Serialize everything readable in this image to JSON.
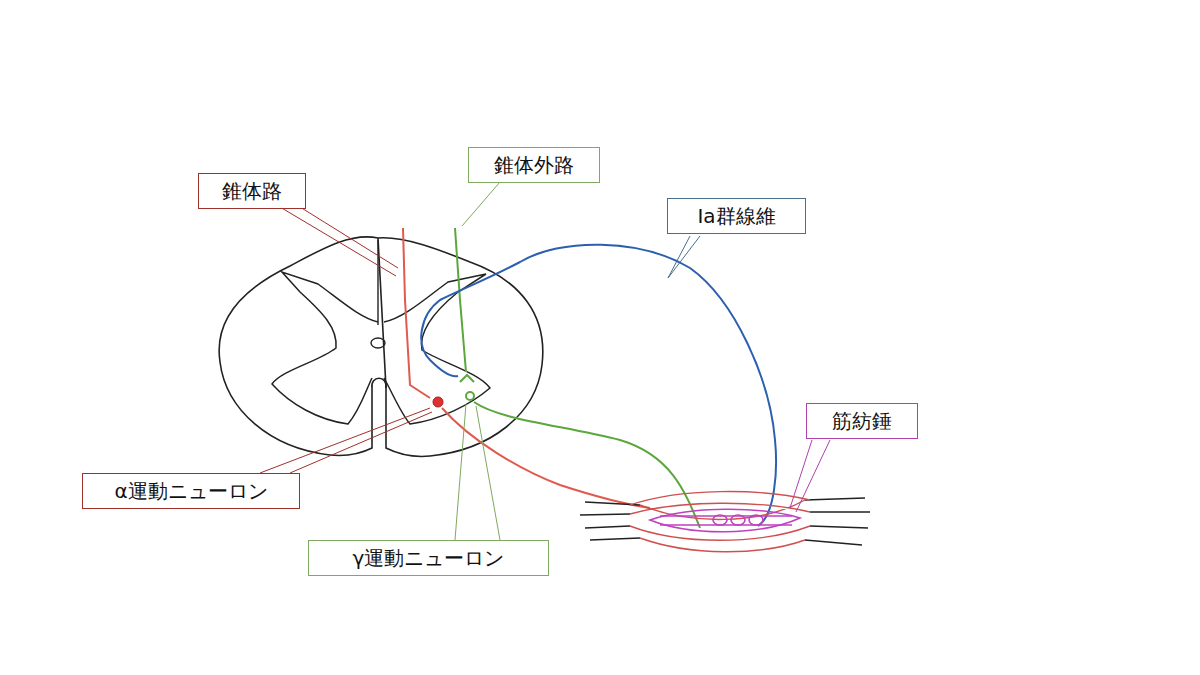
{
  "diagram": {
    "nodes": [
      {
        "text": [
          "錐体外路"
        ]
      },
      {
        "text": [
          "錐体路"
        ]
      },
      {
        "text": [
          "Ia群線維"
        ]
      },
      {
        "text": [
          "筋紡錘"
        ]
      },
      {
        "text": [
          "α運動ニューロン"
        ]
      },
      {
        "text": [
          "γ運動ニューロン"
        ]
      }
    ]
  }
}
